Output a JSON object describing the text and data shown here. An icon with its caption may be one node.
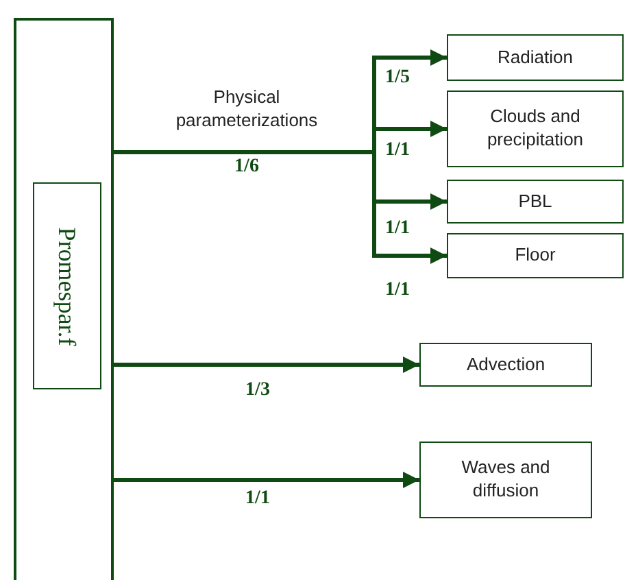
{
  "diagram": {
    "nodes": [
      {
        "text": [],
        "shape": "box"
      },
      {
        "text": [
          "Promespar.f"
        ],
        "in": 0
      },
      {
        "text": [
          "Radiation"
        ]
      },
      {
        "text": [
          "Clouds and precipitation"
        ]
      },
      {
        "text": [
          "PBL"
        ]
      },
      {
        "text": [
          "Floor"
        ]
      },
      {
        "text": [
          "Advection"
        ]
      },
      {
        "text": [
          "Waves and diffusion"
        ]
      }
    ],
    "edges": [
      {
        "from": 0,
        "to": 2,
        "arrow": "to",
        "label": "1/5"
      },
      {
        "from": 0,
        "to": 3,
        "arrow": "to",
        "label": "1/1"
      },
      {
        "from": 0,
        "to": 4,
        "arrow": "to",
        "label": "1/1"
      },
      {
        "from": 0,
        "to": 5,
        "arrow": "to",
        "label": "1/1"
      },
      {
        "from": 0,
        "to": 6,
        "arrow": "to",
        "label": "1/3"
      },
      {
        "from": 0,
        "to": 7,
        "arrow": "to",
        "label": "1/1"
      }
    ],
    "labels": [
      "Physical parameterizations",
      "1/6"
    ]
  }
}
